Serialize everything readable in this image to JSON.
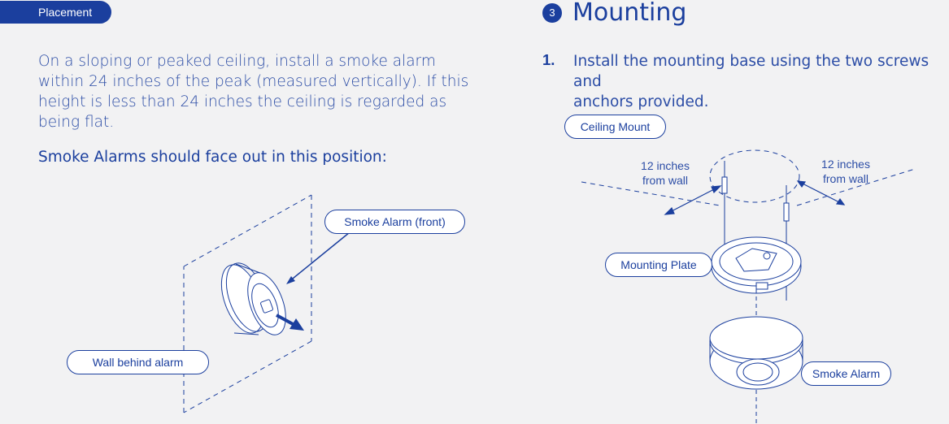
{
  "placement_tag": "Placement",
  "left": {
    "paragraph": "On a sloping or peaked ceiling, install a smoke alarm within 24 inches of the peak (measured vertically). If this height is less than 24 inches the ceiling is regarded as being flat.",
    "subheading": "Smoke Alarms should face out in this position:",
    "callout_front": "Smoke Alarm (front)",
    "callout_wall": "Wall behind alarm"
  },
  "right": {
    "step_badge": "3",
    "title": "Mounting",
    "step_index": "1.",
    "step_text": "Install the mounting base using the two screws and\nanchors provided.",
    "callout_ceiling": "Ceiling Mount",
    "callout_plate": "Mounting Plate",
    "callout_alarm": "Smoke Alarm",
    "note_left": "12 inches\nfrom wall",
    "note_right": "12 inches\nfrom wall"
  },
  "colors": {
    "accent": "#1b3f9e",
    "text": "#2c4da6",
    "background": "#f2f2f3"
  }
}
